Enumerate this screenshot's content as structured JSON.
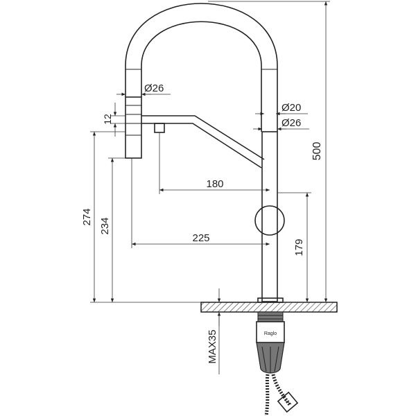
{
  "colors": {
    "line": "#222222",
    "counter_hatch": "#555555",
    "base_fill": "#777777",
    "background": "#ffffff"
  },
  "dimensions": {
    "top_hose_diameter": "Ø26",
    "spout_inner_diameter": "Ø20",
    "spout_outer_diameter": "Ø26",
    "collar_height": "12",
    "total_height": "500",
    "spout_reach_inner": "180",
    "spout_reach_outer": "225",
    "height_274": "274",
    "height_234": "234",
    "handle_height": "179",
    "max_counter_thickness": "MAX35"
  },
  "brand": "Raglo",
  "icons": {
    "diameter_symbol": "diameter-icon"
  }
}
